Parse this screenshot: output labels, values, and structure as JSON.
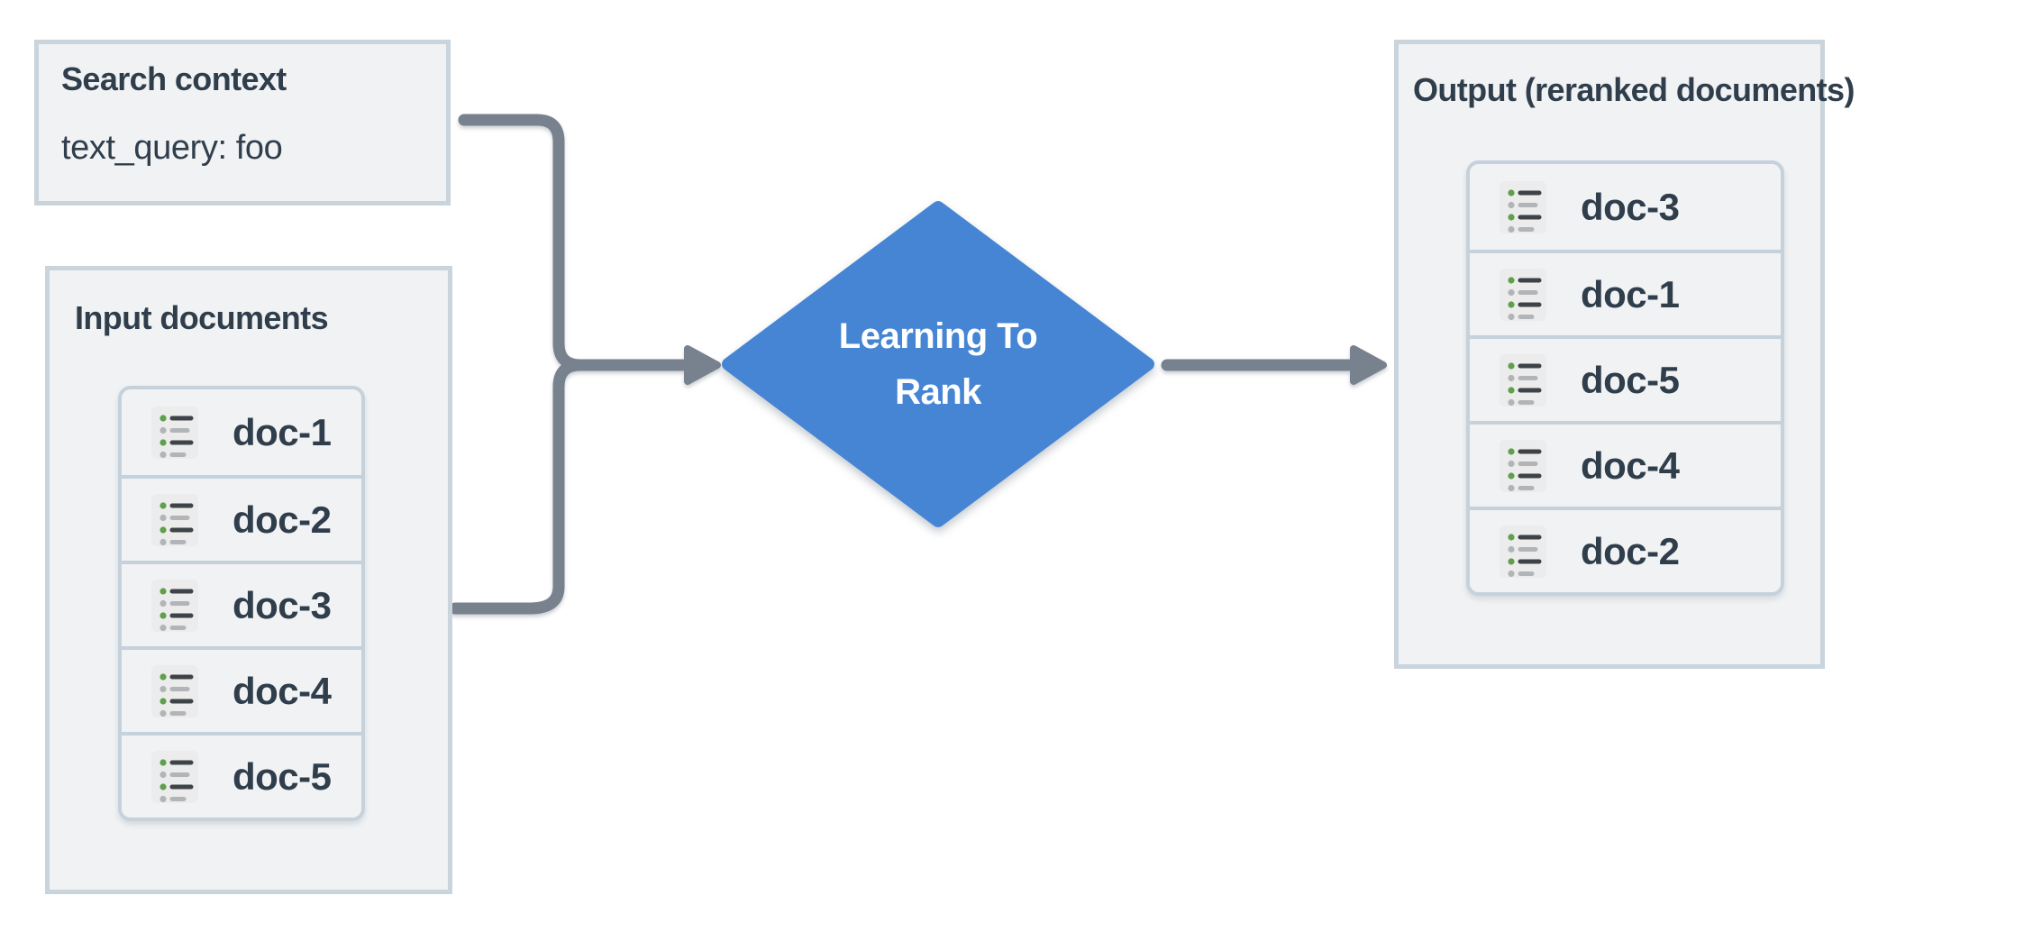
{
  "diagram": {
    "search_context": {
      "title": "Search context",
      "query": "text_query: foo"
    },
    "input_documents": {
      "title": "Input documents",
      "docs": [
        "doc-1",
        "doc-2",
        "doc-3",
        "doc-4",
        "doc-5"
      ]
    },
    "process_node": {
      "line1": "Learning To",
      "line2": "Rank"
    },
    "output_documents": {
      "title": "Output (reranked documents)",
      "docs": [
        "doc-3",
        "doc-1",
        "doc-5",
        "doc-4",
        "doc-2"
      ]
    }
  },
  "colors": {
    "box_bg": "#f0f2f4",
    "box_border": "#c9d4dd",
    "node_border": "#c5d1db",
    "text": "#303e4c",
    "connector": "#78828e",
    "diamond": "#4685d4",
    "diamond_text": "#ffffff",
    "icon_bg": "#ececec",
    "icon_green": "#5fa04a",
    "icon_dark": "#3e4347",
    "icon_gray": "#b2b5b8"
  }
}
